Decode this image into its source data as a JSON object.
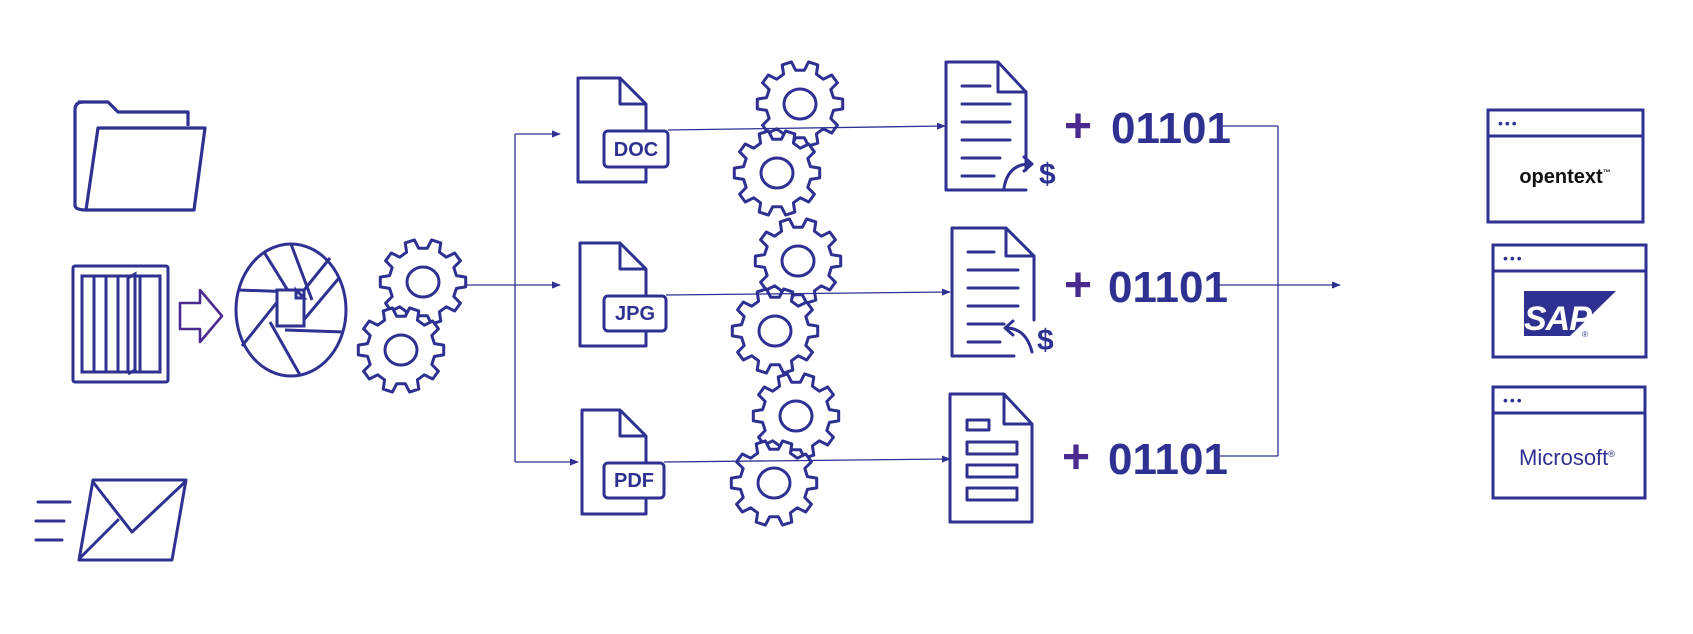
{
  "colors": {
    "stroke": "#2e3191",
    "accent": "#4b2a8f",
    "text": "#2e3191",
    "background": "#ffffff",
    "sap_fill": "#2e3191"
  },
  "inputs": {
    "sources": [
      {
        "icon": "folder-icon"
      },
      {
        "icon": "scanner-icon"
      },
      {
        "icon": "email-icon"
      }
    ],
    "arrow_icon": "right-arrow-icon",
    "capture_icon": "aperture-document-icon",
    "engine_icon": "gears-icon"
  },
  "documents": [
    {
      "label": "DOC",
      "result_icon": "invoice-outgoing-icon",
      "plus": "+",
      "binary": "01101"
    },
    {
      "label": "JPG",
      "result_icon": "invoice-incoming-icon",
      "plus": "+",
      "binary": "01101"
    },
    {
      "label": "PDF",
      "result_icon": "form-document-icon",
      "plus": "+",
      "binary": "01101"
    }
  ],
  "targets": [
    {
      "name": "opentext",
      "mark": "™",
      "dots": "•••"
    },
    {
      "name": "SAP",
      "mark": "®",
      "dots": "•••"
    },
    {
      "name": "Microsoft",
      "mark": "®",
      "dots": "•••"
    }
  ]
}
